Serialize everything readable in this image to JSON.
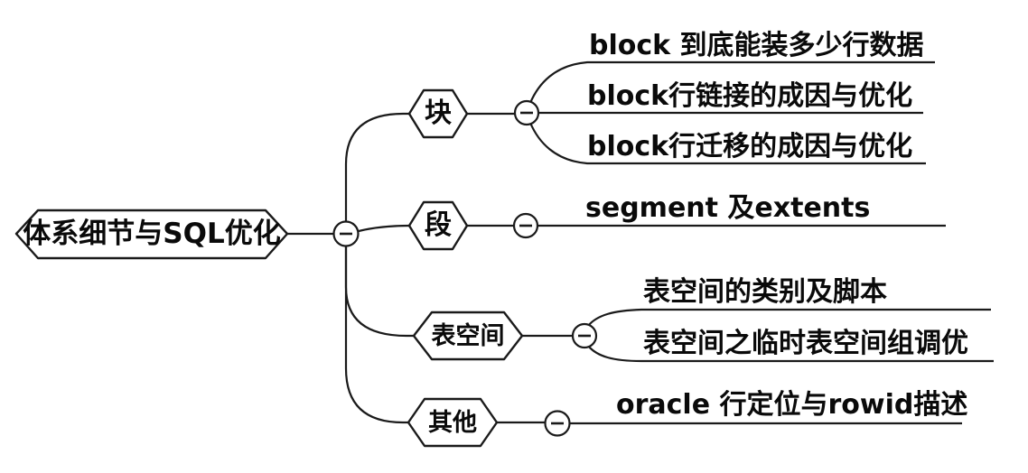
{
  "title": "体系细节与SQL优化 mind map",
  "root": {
    "label": "体系细节与SQL优化"
  },
  "branches": [
    {
      "label": "块",
      "children": [
        "block 到底能装多少行数据",
        "block行链接的成因与优化",
        "block行迁移的成因与优化"
      ]
    },
    {
      "label": "段",
      "children": [
        "segment 及extents"
      ]
    },
    {
      "label": "表空间",
      "children": [
        "表空间的类别及脚本",
        "表空间之临时表空间组调优"
      ]
    },
    {
      "label": "其他",
      "children": [
        "oracle 行定位与rowid描述"
      ]
    }
  ],
  "icons": {
    "collapse": "minus-in-circle"
  },
  "colors": {
    "background": "#ffffff",
    "line": "#1a1a1a",
    "text": "#0a0a0a",
    "node_fill": "#ffffff"
  }
}
